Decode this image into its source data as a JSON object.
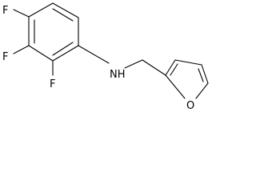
{
  "molecule": {
    "atoms": {
      "f_top": "F",
      "f_mid": "F",
      "f_bot": "F",
      "nh": "NH",
      "o": "O"
    }
  },
  "colors": {
    "bond": "#000000",
    "label": "#000000",
    "background": "#ffffff"
  }
}
